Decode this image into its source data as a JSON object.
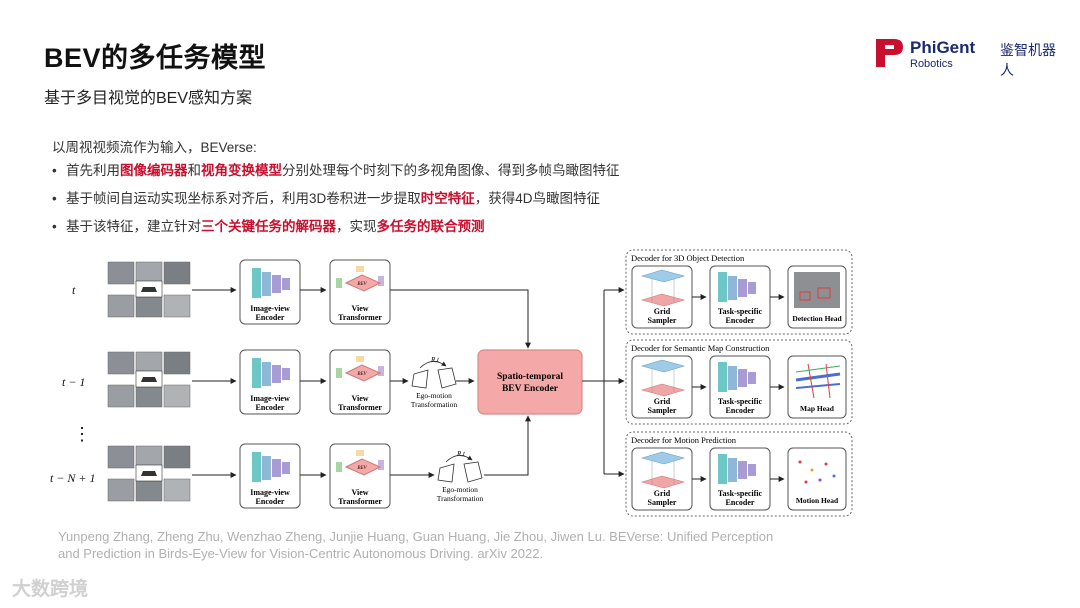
{
  "header": {
    "title": "BEV的多任务模型",
    "subtitle": "基于多目视觉的BEV感知方案"
  },
  "logo": {
    "brand_en": "PhiGent",
    "brand_cn": "鉴智机器人",
    "brand_sub": "Robotics",
    "accent": "#c8102e",
    "navy": "#1a2a6c"
  },
  "content": {
    "intro": "以周视视频流作为输入，BEVerse:",
    "bullets": [
      {
        "t1": "首先利用",
        "h1": "图像编码器",
        "t2": "和",
        "h2": "视角变换模型",
        "t3": "分别处理每个时刻下的多视角图像、得到多帧鸟瞰图特征"
      },
      {
        "t1": "基于帧间自运动实现坐标系对齐后，利用3D卷积进一步提取",
        "h1": "时空特征",
        "t2": "，获得4D鸟瞰图特征"
      },
      {
        "t1": "基于该特征，建立针对",
        "h1": "三个关键任务的解码器",
        "t2": "，实现",
        "h2": "多任务的联合预测"
      }
    ]
  },
  "diagram": {
    "rows": [
      {
        "time": "t",
        "encoder": [
          "Image-view",
          "Encoder"
        ],
        "transformer": [
          "View",
          "Transformer"
        ],
        "ego": null
      },
      {
        "time": "t − 1",
        "encoder": [
          "Image-view",
          "Encoder"
        ],
        "transformer": [
          "View",
          "Transformer"
        ],
        "ego": [
          "Ego-motion",
          "Transformation"
        ],
        "rt": "R,t"
      },
      {
        "time": "t − N + 1",
        "encoder": [
          "Image-view",
          "Encoder"
        ],
        "transformer": [
          "View",
          "Transformer"
        ],
        "ego": [
          "Ego-motion",
          "Transformation"
        ],
        "rt": "R,t"
      }
    ],
    "dots": "⋮",
    "bev_label": "BEV",
    "center": [
      "Spatio-temporal",
      "BEV Encoder"
    ],
    "decoders": [
      {
        "title": "Decoder for 3D Object Detection",
        "sampler": [
          "Grid",
          "Sampler"
        ],
        "task": [
          "Task-specific",
          "Encoder"
        ],
        "head": "Detection Head"
      },
      {
        "title": "Decoder for Semantic Map Construction",
        "sampler": [
          "Grid",
          "Sampler"
        ],
        "task": [
          "Task-specific",
          "Encoder"
        ],
        "head": "Map Head"
      },
      {
        "title": "Decoder for Motion Prediction",
        "sampler": [
          "Grid",
          "Sampler"
        ],
        "task": [
          "Task-specific",
          "Encoder"
        ],
        "head": "Motion Head"
      }
    ],
    "colors": {
      "center_fill": "#f4a9a8",
      "center_stroke": "#d88b8a",
      "teal": "#6cc7c6",
      "purple": "#a99bd4",
      "grid_blue": "#9ecbe8",
      "grid_red": "#f0a6a6"
    }
  },
  "footer": {
    "citation_line1": "Yunpeng Zhang, Zheng Zhu, Wenzhao Zheng, Junjie Huang, Guan Huang, Jie Zhou, Jiwen Lu. BEVerse: Unified Perception",
    "citation_line2": "and Prediction in Birds-Eye-View for Vision-Centric Autonomous Driving. arXiv 2022.",
    "watermark": "大数跨境"
  }
}
